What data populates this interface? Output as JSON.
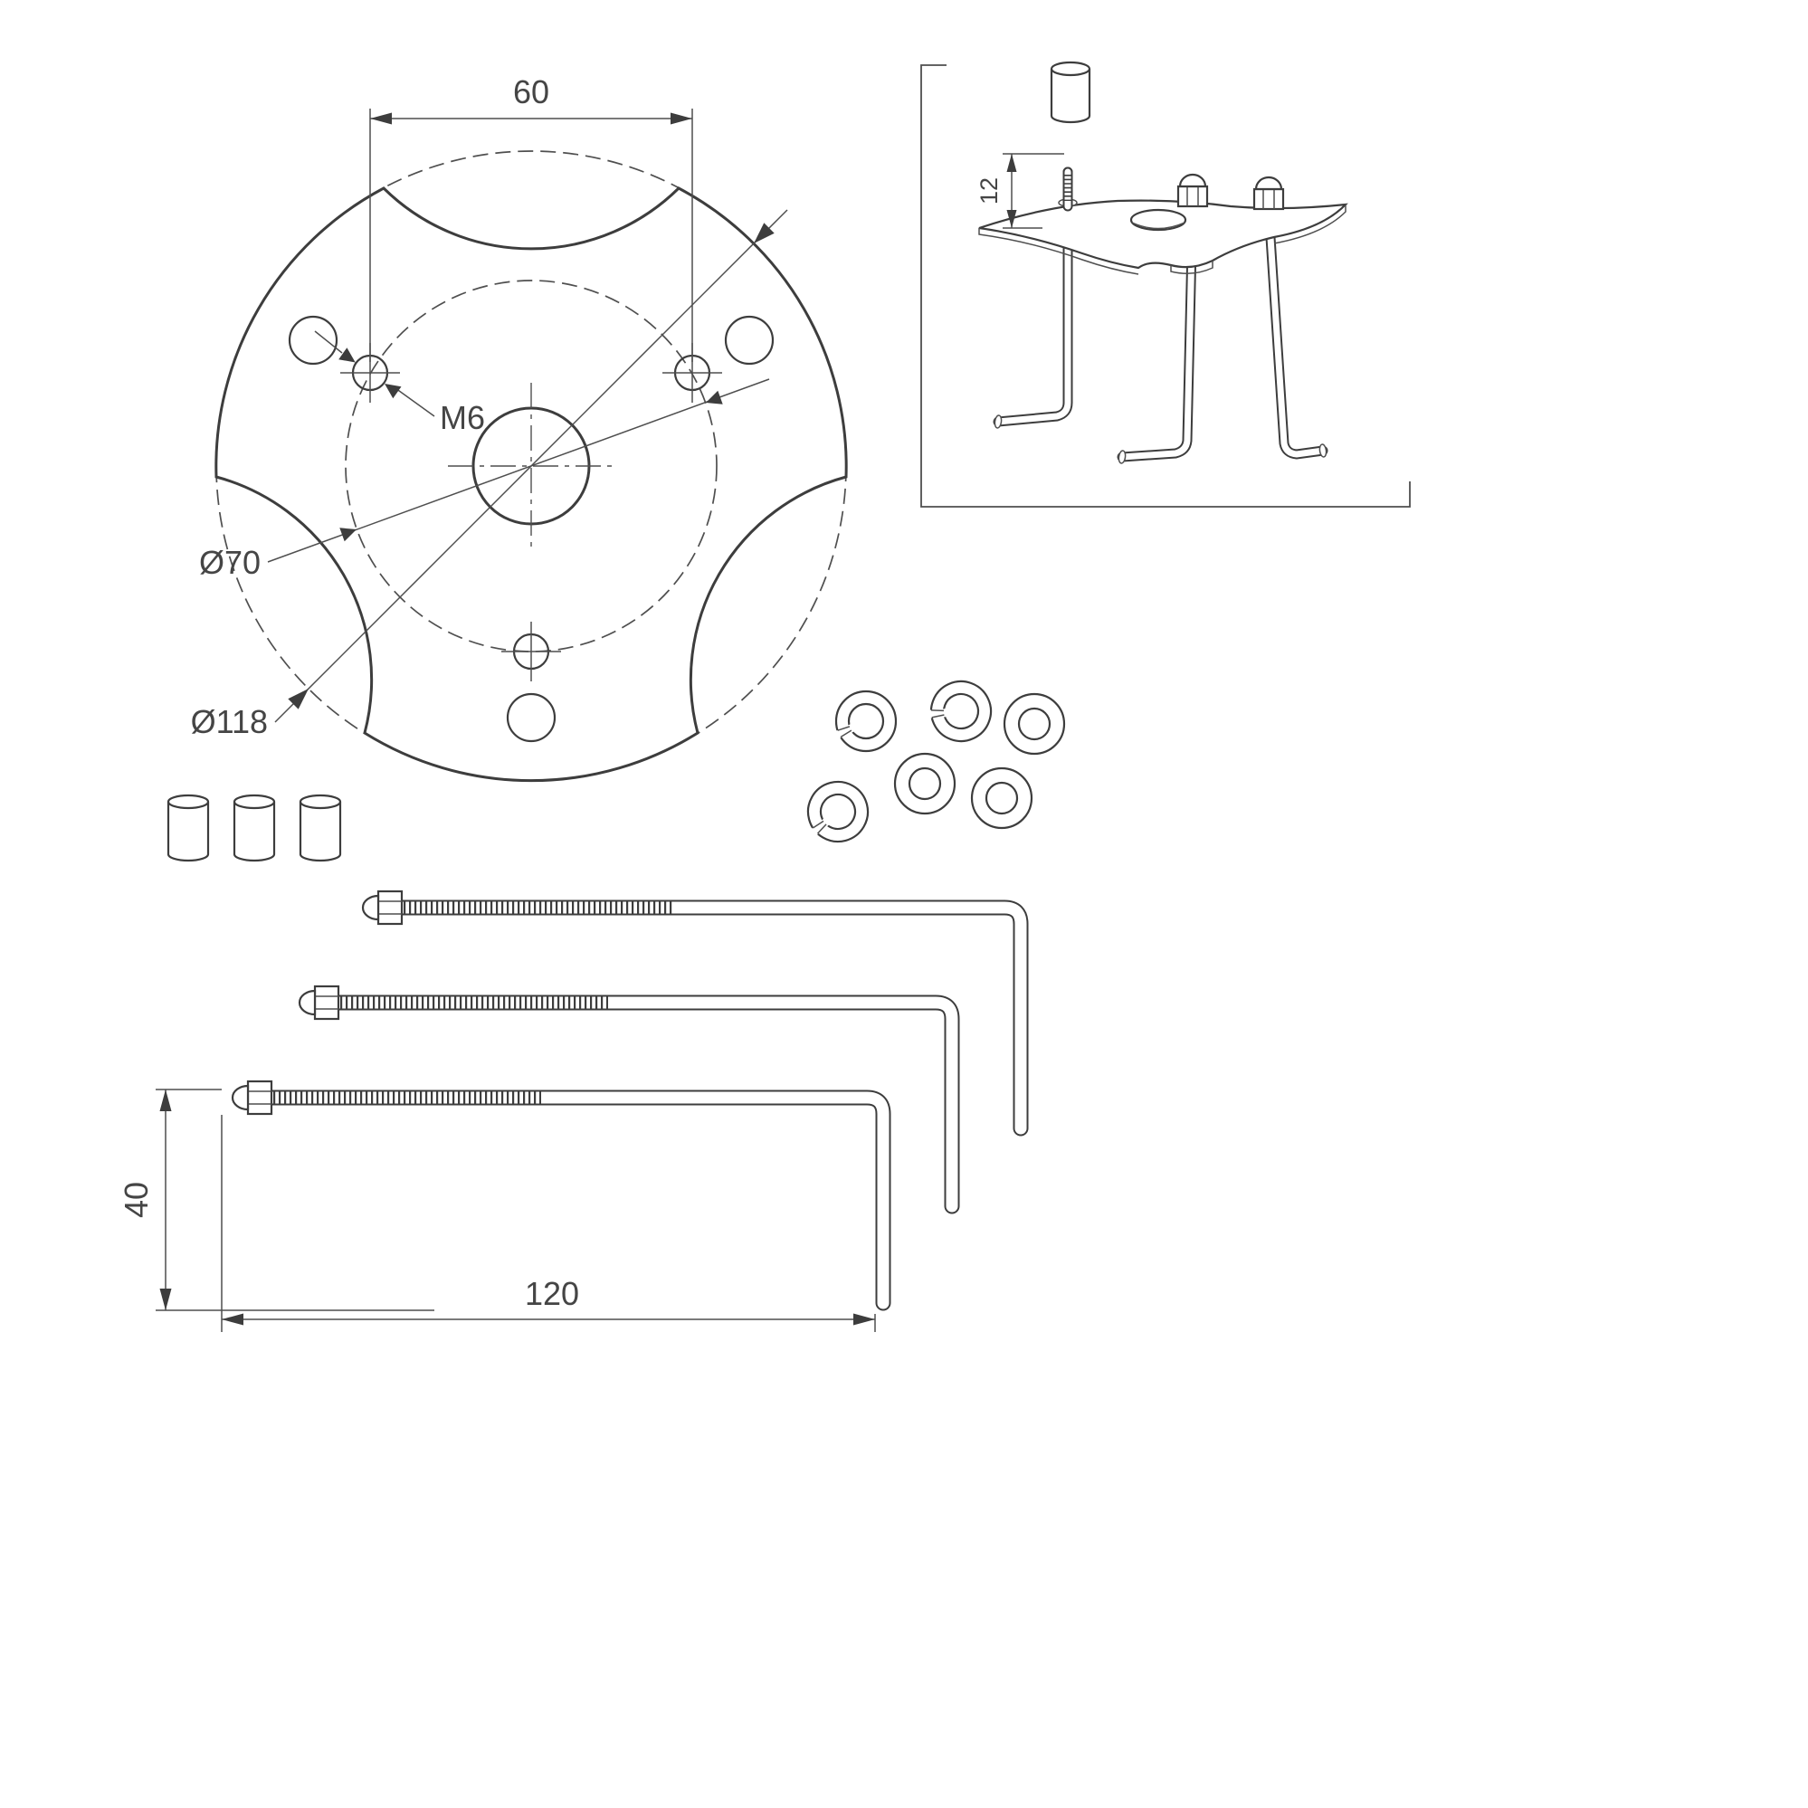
{
  "colors": {
    "line": "#3d3d3d",
    "thin_line": "#4f4f4f",
    "text": "#454545",
    "background": "#ffffff"
  },
  "main_view": {
    "dim_hole_spacing": "60",
    "thread_label": "M6",
    "bolt_circle_dia": "Ø70",
    "outer_dia": "Ø118"
  },
  "iso_view": {
    "offset_dim": "12"
  },
  "bolt_view": {
    "leg_length_dim": "40",
    "total_length_dim": "120"
  }
}
